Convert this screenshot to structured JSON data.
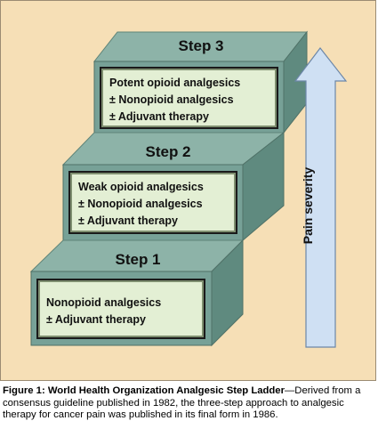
{
  "diagram": {
    "steps": [
      {
        "heading": "Step 1",
        "lines": [
          "Nonopioid analgesics",
          "± Adjuvant therapy"
        ]
      },
      {
        "heading": "Step 2",
        "lines": [
          "Weak opioid analgesics",
          "± Nonopioid analgesics",
          "± Adjuvant therapy"
        ]
      },
      {
        "heading": "Step 3",
        "lines": [
          "Potent opioid analgesics",
          "± Nonopioid analgesics",
          "± Adjuvant therapy"
        ]
      }
    ],
    "arrow_label": "Pain severity"
  },
  "caption": {
    "title": "Figure 1: World Health Organization Analgesic Step Ladder",
    "text": "—Derived from a consensus guideline published in 1982, the three-step approach to analgesic therapy for cancer pain was published in its final form in 1986."
  },
  "colors": {
    "background": "#f6dfb6",
    "step_face": "#77a197",
    "step_top": "#8db3a8",
    "box_fill": "#e3efd4",
    "arrow_fill": "#cfe0f3",
    "arrow_outline": "#6c87a8"
  }
}
